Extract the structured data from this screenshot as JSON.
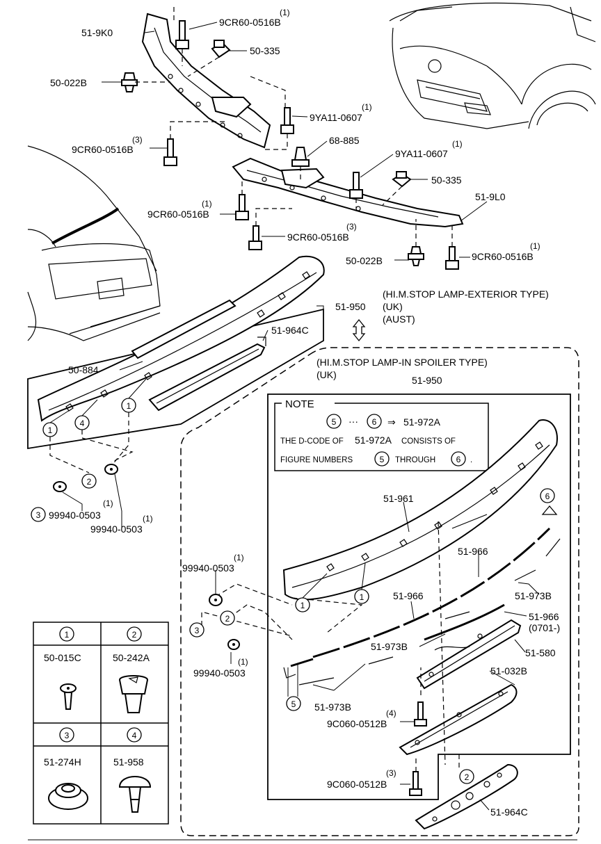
{
  "labels": {
    "p_519k0": "51-9K0",
    "p_9cr60_a": "9CR60-0516B",
    "q_9cr60_a": "(1)",
    "p_50335_a": "50-335",
    "p_50022b_a": "50-022B",
    "p_9ya11_a": "9YA11-0607",
    "q_9ya11_a": "(1)",
    "p_9cr60_b": "9CR60-0516B",
    "q_9cr60_b": "(3)",
    "p_68885": "68-885",
    "p_9ya11_b": "9YA11-0607",
    "q_9ya11_b": "(1)",
    "p_50335_b": "50-335",
    "p_519l0": "51-9L0",
    "p_9cr60_c": "9CR60-0516B",
    "q_9cr60_c": "(1)",
    "p_9cr60_d": "9CR60-0516B",
    "q_9cr60_d": "(3)",
    "p_50022b_b": "50-022B",
    "p_9cr60_e": "9CR60-0516B",
    "q_9cr60_e": "(1)",
    "p_51950_a": "51-950",
    "p_51964c_a": "51-964C",
    "p_50884": "50-884",
    "p_99940_a": "99940-0503",
    "q_99940_a": "(1)",
    "p_99940_b": "99940-0503",
    "q_99940_b": "(1)",
    "p_51950_b": "51-950",
    "p_51961": "51-961",
    "p_51966_a": "51-966",
    "p_51966_b": "51-966",
    "p_51966_c": "51-966",
    "p_51966_c_code": "(0701-)",
    "p_51973b_a": "51-973B",
    "p_51973b_b": "51-973B",
    "p_51973b_c": "51-973B",
    "p_51580": "51-580",
    "p_51032b": "51-032B",
    "p_9c060_a": "9C060-0512B",
    "q_9c060_a": "(4)",
    "p_9c060_b": "9C060-0512B",
    "q_9c060_b": "(3)",
    "p_51964c_b": "51-964C",
    "p_99940_c": "99940-0503",
    "q_99940_c": "(1)",
    "p_99940_d": "99940-0503",
    "q_99940_d": "(1)"
  },
  "variant_exterior": {
    "line1": "(HI.M.STOP LAMP-EXTERIOR TYPE)",
    "line2": "(UK)",
    "line3": "(AUST)"
  },
  "variant_spoiler": {
    "line1": "(HI.M.STOP LAMP-IN SPOILER TYPE)",
    "line2": "(UK)"
  },
  "note": {
    "title": "NOTE",
    "range_from": "5",
    "range_sep": "···",
    "range_to": "6",
    "arrow": "⇒",
    "range_part": "51-972A",
    "line2_a": "THE D-CODE OF",
    "line2_part": "51-972A",
    "line2_b": "CONSISTS OF",
    "line3_a": "FIGURE NUMBERS",
    "line3_n1": "5",
    "line3_mid": "THROUGH",
    "line3_n2": "6",
    "line3_end": "."
  },
  "callouts": {
    "c1": "1",
    "c2": "2",
    "c3": "3",
    "c4": "4",
    "c5": "5",
    "c6": "6"
  },
  "legend": [
    {
      "num": "1",
      "part": "50-015C",
      "icon": "push-rivet-clip"
    },
    {
      "num": "2",
      "part": "50-242A",
      "icon": "square-push-clip"
    },
    {
      "num": "3",
      "part": "51-274H",
      "icon": "grommet"
    },
    {
      "num": "4",
      "part": "51-958",
      "icon": "mushroom-clip"
    }
  ]
}
